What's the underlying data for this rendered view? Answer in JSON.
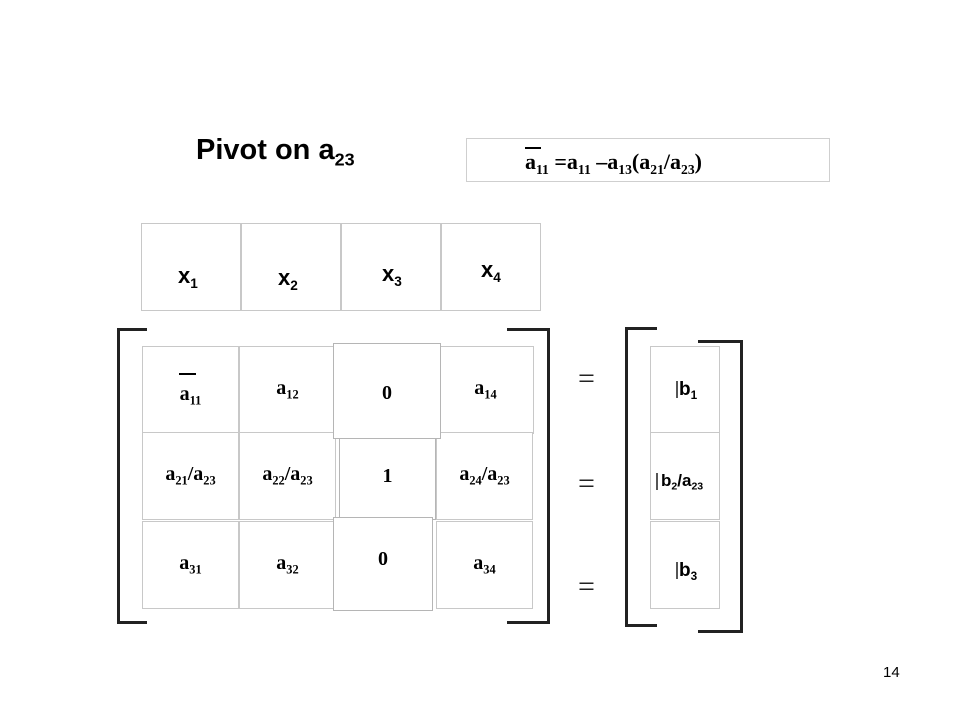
{
  "title": {
    "text": "Pivot on a",
    "sub": "23"
  },
  "formula": {
    "lhs": "a",
    "lhs_sub": "11",
    "eq": " =",
    "t1": "a",
    "t1_sub": "11",
    "minus": " –",
    "t2": "a",
    "t2_sub": "13",
    "open": "(",
    "t3": "a",
    "t3_sub": "21",
    "slash": "/",
    "t4": "a",
    "t4_sub": "23",
    "close": ")"
  },
  "variables": [
    {
      "name": "x",
      "sub": "1"
    },
    {
      "name": "x",
      "sub": "2"
    },
    {
      "name": "x",
      "sub": "3"
    },
    {
      "name": "x",
      "sub": "4"
    }
  ],
  "matrix": {
    "r0": [
      {
        "a": "a",
        "as": "11",
        "overline": true
      },
      {
        "a": "a",
        "as": "12"
      },
      {
        "a": "0"
      },
      {
        "a": "a",
        "as": "14"
      }
    ],
    "r1": [
      {
        "a": "a",
        "as": "21",
        "s": "/a",
        "bs": "23"
      },
      {
        "a": "a",
        "as": "22",
        "s": "/a",
        "bs": "23"
      },
      {
        "a": "1"
      },
      {
        "a": "a",
        "as": "24",
        "s": "/a",
        "bs": "23"
      }
    ],
    "r2": [
      {
        "a": "a",
        "as": "31"
      },
      {
        "a": "a",
        "as": "32"
      },
      {
        "a": "0"
      },
      {
        "a": "a",
        "as": "34"
      }
    ]
  },
  "equals": [
    "=",
    "=",
    "="
  ],
  "rhs": [
    {
      "a": "b",
      "as": "1"
    },
    {
      "a": "b",
      "as": "2",
      "s": "/a",
      "bs": "23"
    },
    {
      "a": "b",
      "as": "3"
    }
  ],
  "page_number": "14"
}
